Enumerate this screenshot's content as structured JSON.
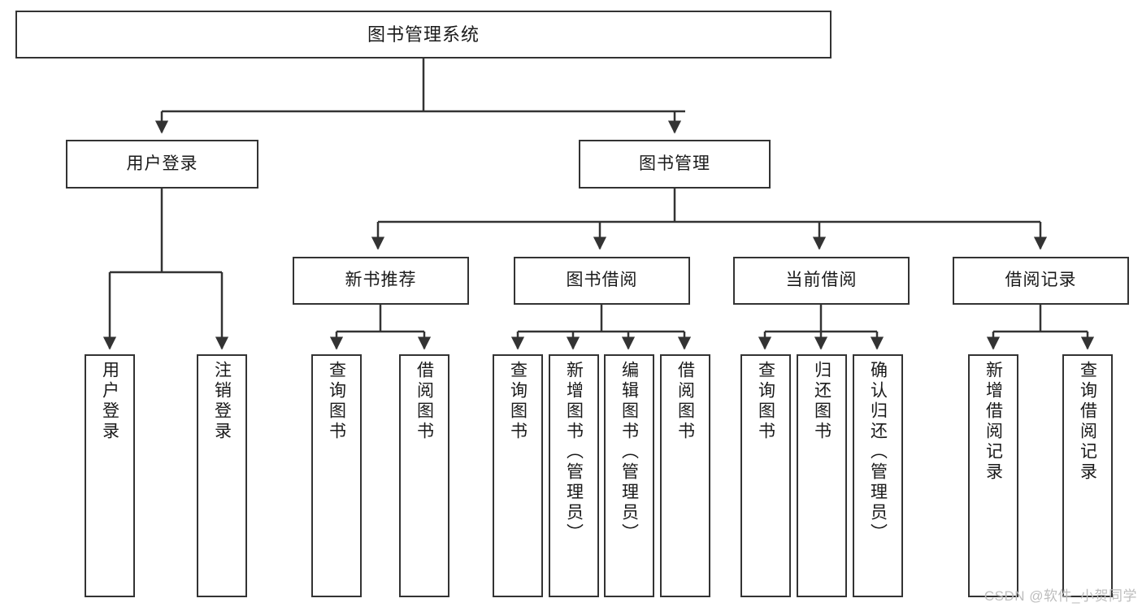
{
  "diagram": {
    "title": "图书管理系统",
    "type": "hierarchy-tree",
    "watermark": "CSDN @软件_小贺同学",
    "colors": {
      "stroke": "#333333",
      "fill": "#ffffff",
      "text": "#1a1a1a",
      "watermark": "#bdbdbd"
    },
    "nodes": {
      "root": {
        "label": "图书管理系统"
      },
      "level1": [
        {
          "id": "user-login",
          "label": "用户登录"
        },
        {
          "id": "book-manage",
          "label": "图书管理"
        }
      ],
      "level2": [
        {
          "id": "new-book-recommend",
          "label": "新书推荐"
        },
        {
          "id": "book-borrow",
          "label": "图书借阅"
        },
        {
          "id": "current-borrow",
          "label": "当前借阅"
        },
        {
          "id": "borrow-record",
          "label": "借阅记录"
        }
      ],
      "leaves": {
        "user_login": [
          {
            "id": "leaf-user-login",
            "label": "用户登录"
          },
          {
            "id": "leaf-user-logout",
            "label": "注销登录"
          }
        ],
        "new_book_recommend": [
          {
            "id": "leaf-query-book-1",
            "label": "查询图书"
          },
          {
            "id": "leaf-borrow-book-1",
            "label": "借阅图书"
          }
        ],
        "book_borrow": [
          {
            "id": "leaf-query-book-2",
            "label": "查询图书"
          },
          {
            "id": "leaf-add-book",
            "label": "新增图书（管理员）"
          },
          {
            "id": "leaf-edit-book",
            "label": "编辑图书（管理员）"
          },
          {
            "id": "leaf-borrow-book-2",
            "label": "借阅图书"
          }
        ],
        "current_borrow": [
          {
            "id": "leaf-query-book-3",
            "label": "查询图书"
          },
          {
            "id": "leaf-return-book",
            "label": "归还图书"
          },
          {
            "id": "leaf-confirm-return",
            "label": "确认归还（管理员）"
          }
        ],
        "borrow_record": [
          {
            "id": "leaf-add-record",
            "label": "新增借阅记录"
          },
          {
            "id": "leaf-query-record",
            "label": "查询借阅记录"
          }
        ]
      }
    }
  }
}
